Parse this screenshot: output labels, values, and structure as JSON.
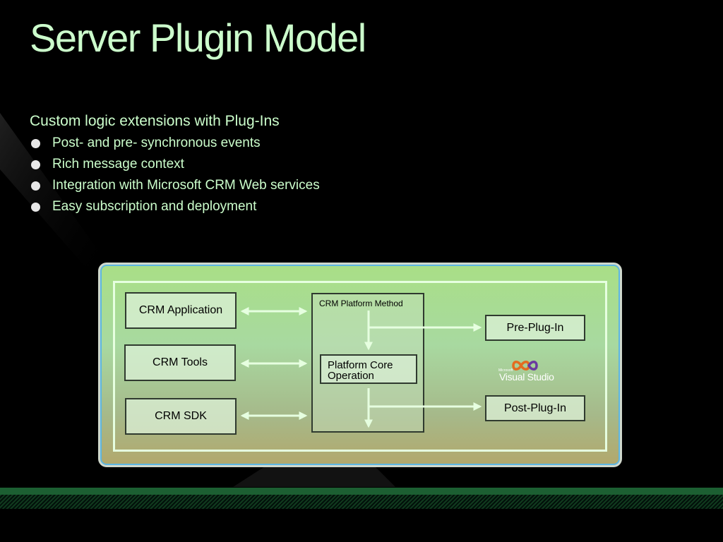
{
  "slide": {
    "title": "Server Plugin Model",
    "subtitle": "Custom logic extensions with Plug-Ins",
    "bullets": [
      "Post- and pre- synchronous events",
      "Rich message context",
      "Integration with Microsoft CRM Web services",
      "Easy subscription and deployment"
    ]
  },
  "diagram": {
    "clients": [
      "CRM Application",
      "CRM Tools",
      "CRM SDK"
    ],
    "platform_label": "CRM Platform Method",
    "core_line1": "Platform Core",
    "core_line2": "Operation",
    "pre_plugin": "Pre-Plug-In",
    "post_plugin": "Post-Plug-In",
    "logo_brand": "Microsoft",
    "logo_text": "Visual Studio"
  },
  "colors": {
    "title_text": "#ccffcc",
    "arrow": "#e6ffe0",
    "footer_bar": "#1c5f32"
  }
}
